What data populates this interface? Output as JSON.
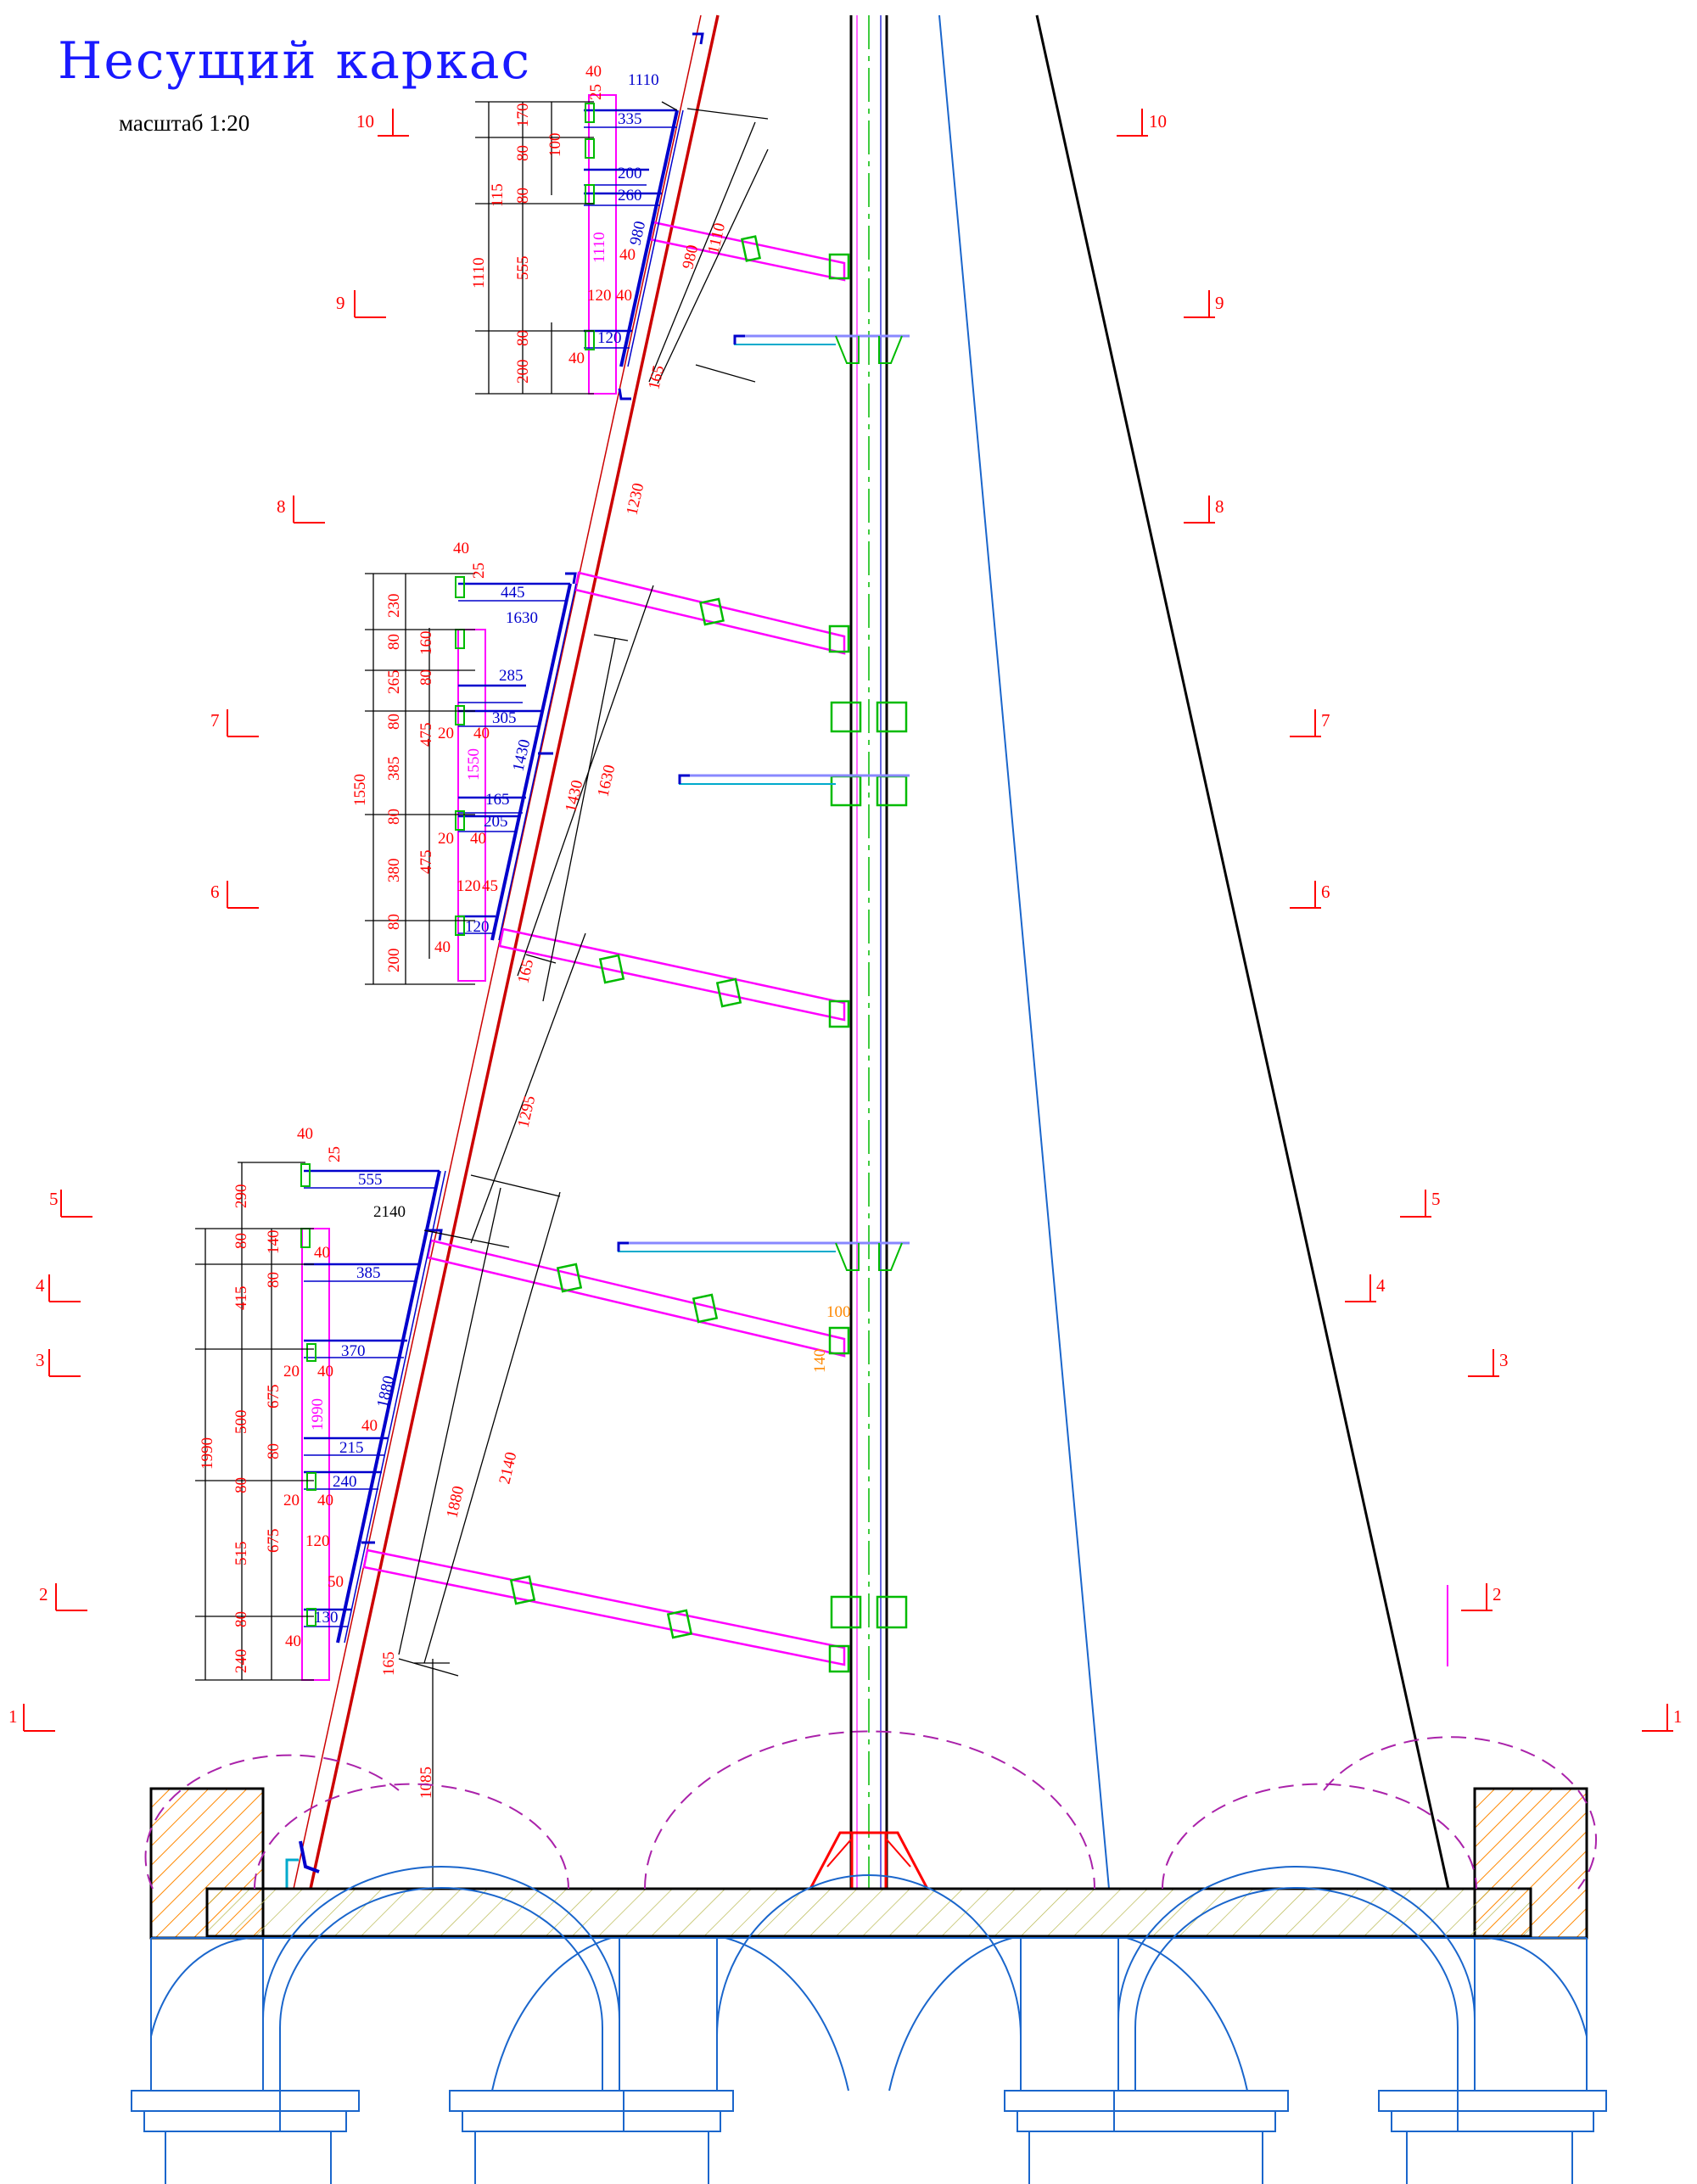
{
  "title": "Несущий  каркас",
  "scale": "масштаб 1:20",
  "colors": {
    "title": "#1a1aff",
    "frame_main": "#cc0000",
    "beam": "#ff00ff",
    "column": "#000000",
    "blue": "#0000cc",
    "green": "#00bb00",
    "cyan": "#00aacc",
    "dim_red": "#ff0000",
    "hatch": "#ff8800",
    "arch": "#1a66cc",
    "slab_hatch": "#a0a020"
  },
  "sections_left": [
    "10",
    "9",
    "8",
    "7",
    "6",
    "5",
    "4",
    "3",
    "2",
    "1"
  ],
  "sections_right": [
    "10",
    "9",
    "8",
    "7",
    "6",
    "5",
    "4",
    "3",
    "2",
    "1"
  ],
  "dims_upper": {
    "a40": "40",
    "a25": "25",
    "a1110": "1110",
    "a335": "335",
    "a170": "170",
    "a80": "80",
    "a100": "100",
    "a200": "200",
    "a260": "260",
    "a115": "115",
    "a80b": "80",
    "a1110b": "1110",
    "a555": "555",
    "a980": "980",
    "a980b": "980",
    "a1110c": "1110",
    "a40b": "40",
    "a120": "120",
    "a40c": "40",
    "a120b": "120",
    "a80c": "80",
    "a200b": "200",
    "a40d": "40",
    "a165": "165",
    "a1110v": "1110"
  },
  "dims_middle": {
    "a40": "40",
    "a25": "25",
    "a445": "445",
    "a1630": "1630",
    "a230": "230",
    "a80": "80",
    "a160": "160",
    "a265": "265",
    "a80b": "80",
    "a285": "285",
    "a475": "475",
    "a80c": "80",
    "a20": "20",
    "a40b": "40",
    "a305": "305",
    "a1550": "1550",
    "a385": "385",
    "a1550b": "1550",
    "a1430": "1430",
    "a1430b": "1430",
    "a1630b": "1630",
    "a165": "165",
    "a205": "205",
    "a80d": "80",
    "a20b": "20",
    "a40c": "40",
    "a475b": "475",
    "a380": "380",
    "a120": "120",
    "a45": "45",
    "a80e": "80",
    "a120b": "120",
    "a200": "200",
    "a40d": "40",
    "a165b": "165",
    "a1230": "1230",
    "a1295": "1295"
  },
  "dims_lower": {
    "a40": "40",
    "a25": "25",
    "a555": "555",
    "a290": "290",
    "a2140": "2140",
    "a80": "80",
    "a140": "140",
    "a40b": "40",
    "a385": "385",
    "a415": "415",
    "a80b": "80",
    "a370": "370",
    "a675": "675",
    "a20": "20",
    "a40c": "40",
    "a1990": "1990",
    "a1990b": "1990",
    "a500": "500",
    "a1880": "1880",
    "a40d": "40",
    "a215": "215",
    "a80c": "80",
    "a240": "240",
    "a20b": "20",
    "a40e": "40",
    "a80d": "80",
    "a675b": "675",
    "a515": "515",
    "a120": "120",
    "a50": "50",
    "a80e": "80",
    "a130": "130",
    "a240b": "240",
    "a40f": "40",
    "a165": "165",
    "a1880b": "1880",
    "a2140b": "2140",
    "a1085": "1085",
    "a100": "100",
    "a140b": "140"
  }
}
